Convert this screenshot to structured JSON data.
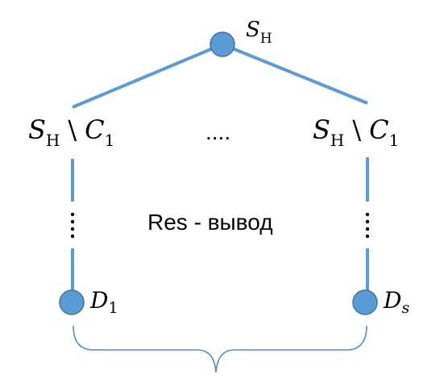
{
  "nodes": {
    "root": {
      "label_main": "S",
      "label_sub": "H"
    },
    "left_leaf": {
      "label_main": "D",
      "label_sub": "1"
    },
    "right_leaf": {
      "label_main": "D",
      "label_sub": "s"
    }
  },
  "branches": {
    "left": {
      "main": "S",
      "sub": "H",
      "op": "\\",
      "c": "C",
      "c_sub": "1"
    },
    "right": {
      "main": "S",
      "sub": "H",
      "op": "\\",
      "c": "C",
      "c_sub": "1"
    }
  },
  "ellipsis_middle": "....",
  "center_text": "Res - вывод",
  "colors": {
    "node_fill": "#5b9bd5",
    "node_stroke": "#41719c",
    "line": "#5b9bd5",
    "brace": "#4f8fcf"
  }
}
